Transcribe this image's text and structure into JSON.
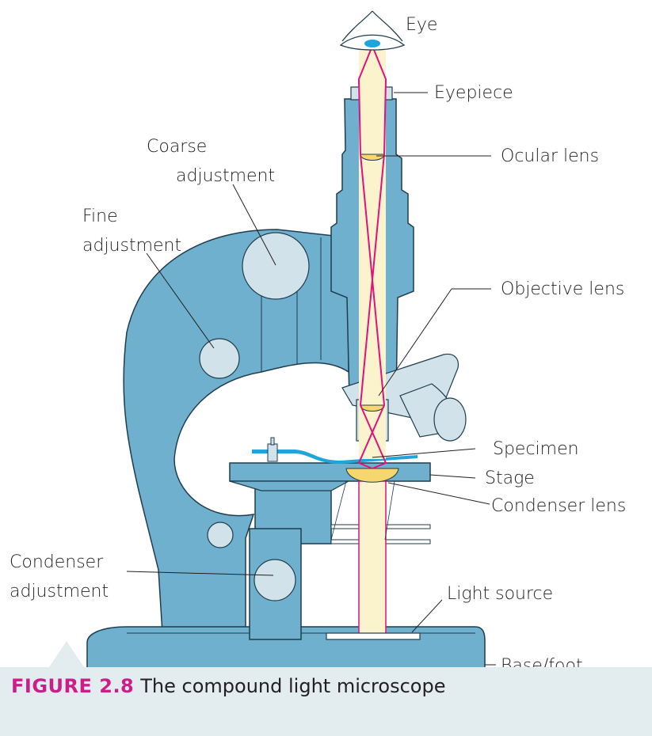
{
  "labels": {
    "eye": "Eye",
    "eyepiece": "Eyepiece",
    "ocular_lens": "Ocular lens",
    "coarse_1": "Coarse",
    "coarse_2": "adjustment",
    "fine_1": "Fine",
    "fine_2": "adjustment",
    "objective_lens": "Objective lens",
    "specimen": "Specimen",
    "stage": "Stage",
    "condenser_lens": "Condenser lens",
    "condenser_adj_1": "Condenser",
    "condenser_adj_2": "adjustment",
    "light_source": "Light source",
    "base_foot": "Base/foot"
  },
  "caption": {
    "number": "FIGURE 2.8",
    "text": "The compound light microscope"
  },
  "colors": {
    "body": "#6fb0cf",
    "outline": "#1f3d4d",
    "knob": "#d2e2ea",
    "light": "#fbf3cc",
    "rays": "#e0117f",
    "specimen": "#1fa5dc",
    "caption_bg": "#e3ecef",
    "caption_accent": "#cc1e8a"
  }
}
